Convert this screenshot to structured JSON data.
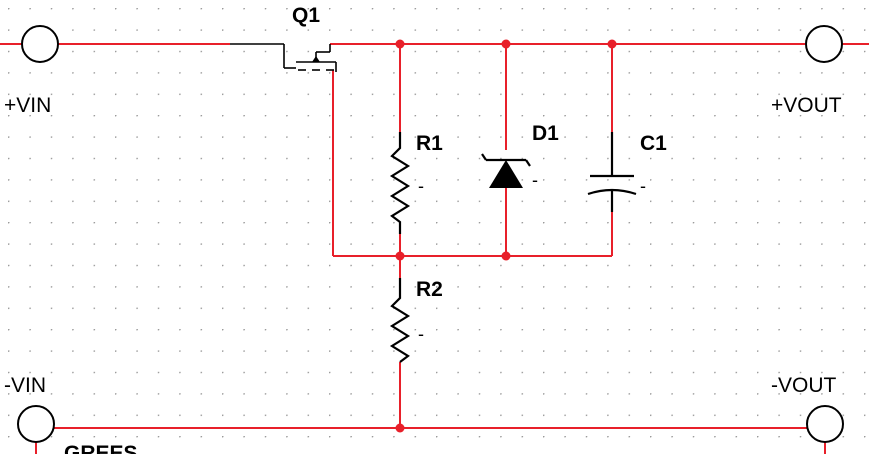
{
  "labels": {
    "vin_pos": "+VIN",
    "vout_pos": "+VOUT",
    "vin_neg": "-VIN",
    "vout_neg": "-VOUT",
    "partial_bottom": "GREES"
  },
  "components": {
    "q1": {
      "ref": "Q1"
    },
    "r1": {
      "ref": "R1",
      "value": "-"
    },
    "d1": {
      "ref": "D1",
      "value": "-"
    },
    "c1": {
      "ref": "C1",
      "value": "-"
    },
    "r2": {
      "ref": "R2",
      "value": "-"
    }
  },
  "colors": {
    "wire": "#e8202a",
    "component": "#000000",
    "grid_dot": "#9a9a9a",
    "background": "#ffffff"
  }
}
